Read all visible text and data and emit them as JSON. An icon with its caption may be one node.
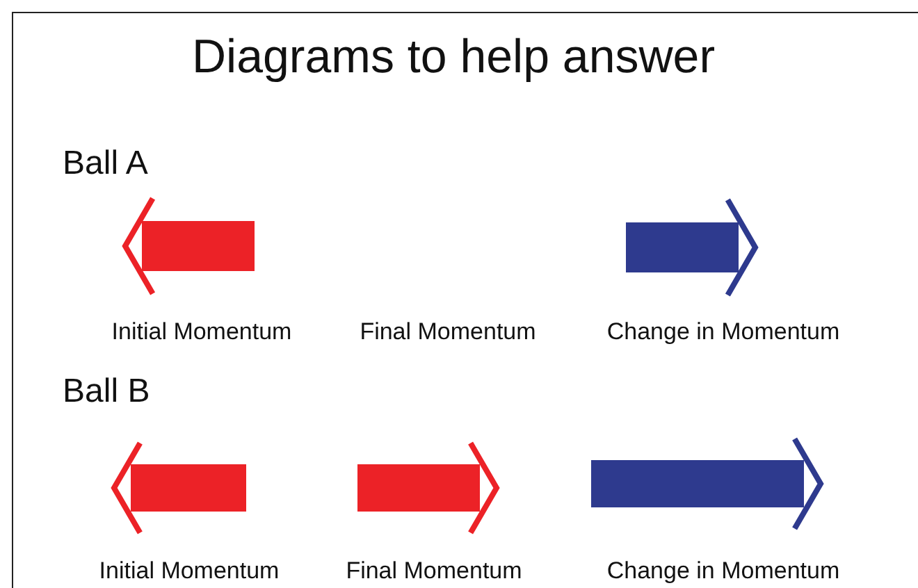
{
  "diagram": {
    "title": "Diagrams to help answer",
    "labels": [
      "Ball A",
      "Initial Momentum",
      "Final Momentum",
      "Change in Momentum",
      "Ball B",
      "Initial Momentum",
      "Final Momentum",
      "Change in Momentum"
    ]
  }
}
